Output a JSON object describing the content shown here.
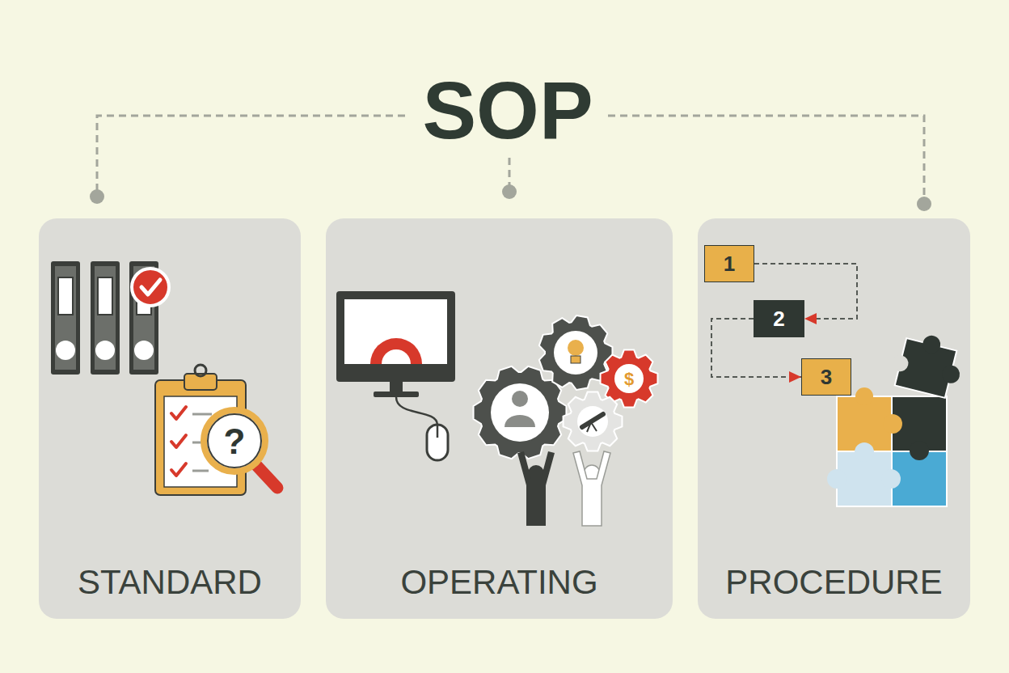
{
  "diagram": {
    "title": "SOP",
    "nodes": [
      {
        "text": [
          "STANDARD"
        ]
      },
      {
        "text": [
          "OPERATING"
        ]
      },
      {
        "text": [
          "PROCEDURE"
        ]
      },
      {
        "text": [
          "1"
        ],
        "in": 2
      },
      {
        "text": [
          "2"
        ],
        "in": 2
      },
      {
        "text": [
          "3"
        ],
        "in": 2
      }
    ],
    "edges": [
      {
        "from": 3,
        "to": 4,
        "arrow": "to"
      },
      {
        "from": 4,
        "to": 5,
        "arrow": "to"
      }
    ],
    "labels": [
      "?",
      "$"
    ]
  }
}
